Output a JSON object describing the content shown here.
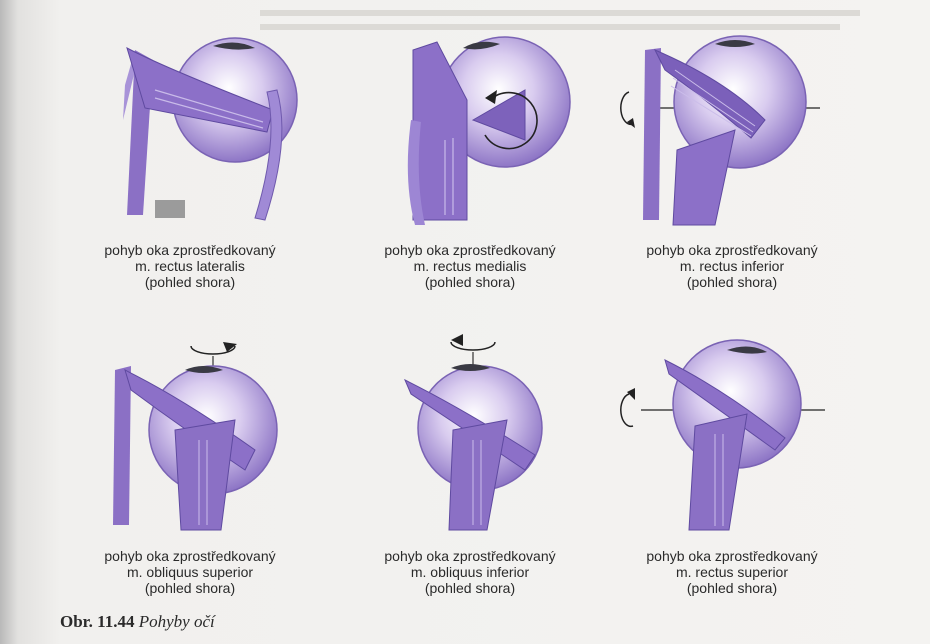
{
  "figures": [
    {
      "line1": "pohyb oka zprostředkovaný",
      "line2": "m. rectus lateralis",
      "line3": "(pohled shora)"
    },
    {
      "line1": "pohyb oka zprostředkovaný",
      "line2": "m. rectus medialis",
      "line3": "(pohled shora)"
    },
    {
      "line1": "pohyb oka zprostředkovaný",
      "line2": "m. rectus inferior",
      "line3": "(pohled shora)"
    },
    {
      "line1": "pohyb oka zprostředkovaný",
      "line2": "m. obliquus superior",
      "line3": "(pohled shora)"
    },
    {
      "line1": "pohyb oka zprostředkovaný",
      "line2": "m. obliquus inferior",
      "line3": "(pohled shora)"
    },
    {
      "line1": "pohyb oka zprostředkovaný",
      "line2": "m. rectus superior",
      "line3": "(pohled shora)"
    }
  ],
  "figure_label": {
    "number": "Obr. 11.44",
    "title": "Pohyby očí"
  },
  "colors": {
    "eyeball": "#b9a6e0",
    "muscle": "#8a6fc4",
    "muscle_dark": "#6e54ad",
    "pupil": "#3a3a44"
  }
}
